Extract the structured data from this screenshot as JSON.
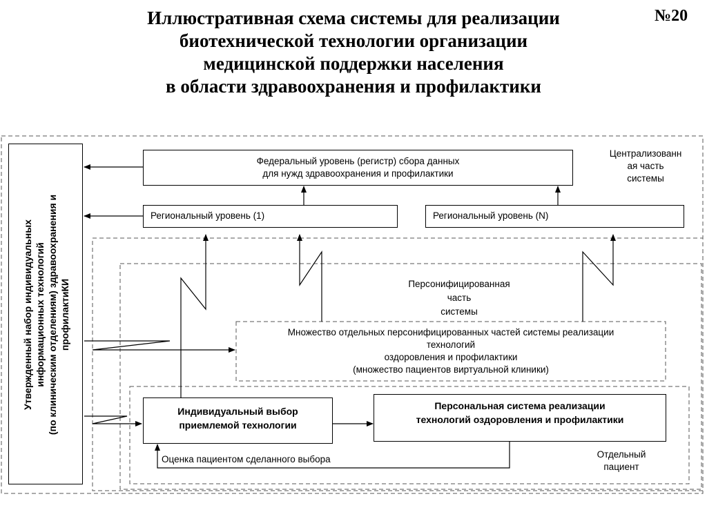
{
  "title": {
    "line1": "Иллюстративная схема системы для реализации",
    "line2": "биотехнической технологии организации",
    "line3": "медицинской поддержки населения",
    "line4": "в области здравоохранения и профилактики"
  },
  "slide_number": "№20",
  "left_panel": {
    "line1": "Утвержденный набор индивидуальных",
    "line2": "информационных технологий",
    "line3": "(по клиническим отделениям) здравоохранения и",
    "line4": "профилактиКИ"
  },
  "federal": {
    "line1": "Федеральный уровень (регистр) сбора данных",
    "line2": "для нужд здравоохранения и профилактики"
  },
  "central_label": {
    "line1": "Централизованн",
    "line2": "ая  часть",
    "line3": "системы"
  },
  "regional_1": "Региональный уровень (1)",
  "regional_n": "Региональный уровень (N)",
  "personal_label": {
    "line1": "Персонифицированная",
    "line2": "часть",
    "line3": "системы"
  },
  "many": {
    "line1": "Множество отдельных персонифицированных частей системы реализации",
    "line2": "технологий",
    "line3": "оздоровления и профилактики",
    "line4": "(множество пациентов виртуальной клиники)"
  },
  "individual": {
    "line1": "Индивидуальный выбор",
    "line2": "приемлемой технологии"
  },
  "personal_system": {
    "line1": "Персональная система реализации",
    "line2": "технологий оздоровления и профилактики"
  },
  "evaluation": "Оценка пациентом сделанного выбора",
  "patient_label": {
    "line1": "Отдельный",
    "line2": "пациент"
  }
}
